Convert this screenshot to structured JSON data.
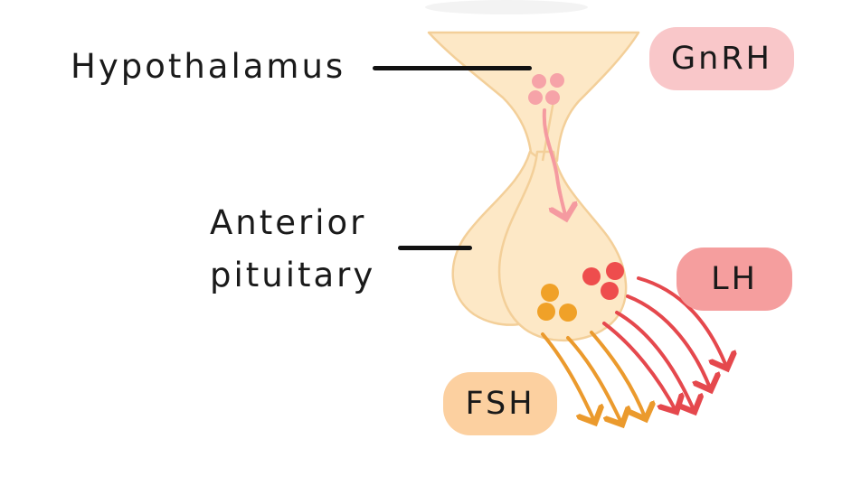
{
  "labels": {
    "hypothalamus": "Hypothalamus",
    "anterior_line1": "Anterior",
    "anterior_line2": "pituitary"
  },
  "hormones": [
    {
      "name": "GnRH",
      "color": "#f9c7c9"
    },
    {
      "name": "LH",
      "color": "#f59e9e"
    },
    {
      "name": "FSH",
      "color": "#fcd0a0"
    }
  ],
  "colors": {
    "gland_fill": "#fde8c6",
    "gland_outline": "#f3cf99",
    "gnrh_cells": "#f6a3a8",
    "lh_cells": "#ee4d4d",
    "fsh_cells": "#f0a128",
    "gnrh_arrow": "#f59aa0",
    "lh_arrows": "#e5484d",
    "fsh_arrows": "#eb9a2d"
  }
}
